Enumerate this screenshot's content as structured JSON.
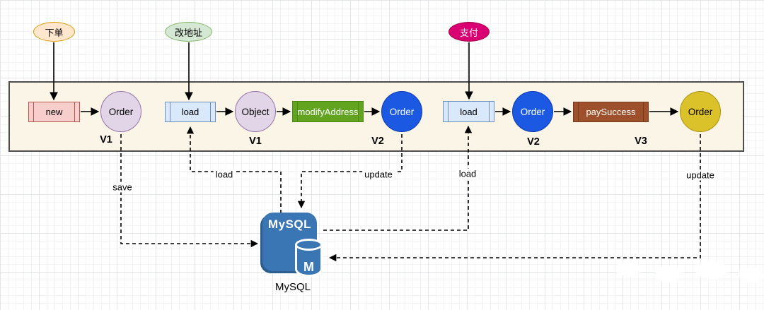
{
  "triggers": {
    "place_order": {
      "label": "下单",
      "fill": "#ffe6cc",
      "stroke": "#d79b00"
    },
    "change_address": {
      "label": "改地址",
      "fill": "#d5e8d4",
      "stroke": "#82b366"
    },
    "pay": {
      "label": "支付",
      "fill": "#d80073",
      "stroke": "#a50040"
    }
  },
  "band": {
    "new_label": "new",
    "order_v1_label": "Order",
    "v1_left": "V1",
    "load_left_label": "load",
    "object_label": "Object",
    "v1_mid": "V1",
    "modify_address_label": "modifyAddress",
    "order_v2_left_label": "Order",
    "v2_left": "V2",
    "load_right_label": "load",
    "order_v2_right_label": "Order",
    "v2_right": "V2",
    "pay_success_label": "paySuccess",
    "v3": "V3",
    "order_v3_label": "Order"
  },
  "db_edges": {
    "save": "save",
    "load_left": "load",
    "update_left": "update",
    "load_right": "load",
    "update_right": "update"
  },
  "database": {
    "icon": "mysql-icon",
    "icon_title": "MySQL",
    "cylinder_letter": "M",
    "caption": "MySQL"
  },
  "colors": {
    "band_fill": "#faf5e7",
    "band_stroke": "#4d4d4d",
    "process_red_fill": "#f8cecc",
    "process_red_stroke": "#b85450",
    "process_blue_fill": "#dae8fc",
    "process_blue_stroke": "#6c8ebf",
    "circle_purple_fill": "#e1d5e7",
    "circle_purple_stroke": "#9673a6",
    "circle_blue_fill": "#1b59e3",
    "circle_blue_stroke": "#0e3ab0",
    "circle_yellow_fill": "#dcc22a",
    "circle_yellow_stroke": "#ab9413",
    "green_box_fill": "#62a420",
    "brown_box_fill": "#9e4f2b",
    "mysql_blue": "#3a76b4",
    "connector_color": "#000000"
  }
}
